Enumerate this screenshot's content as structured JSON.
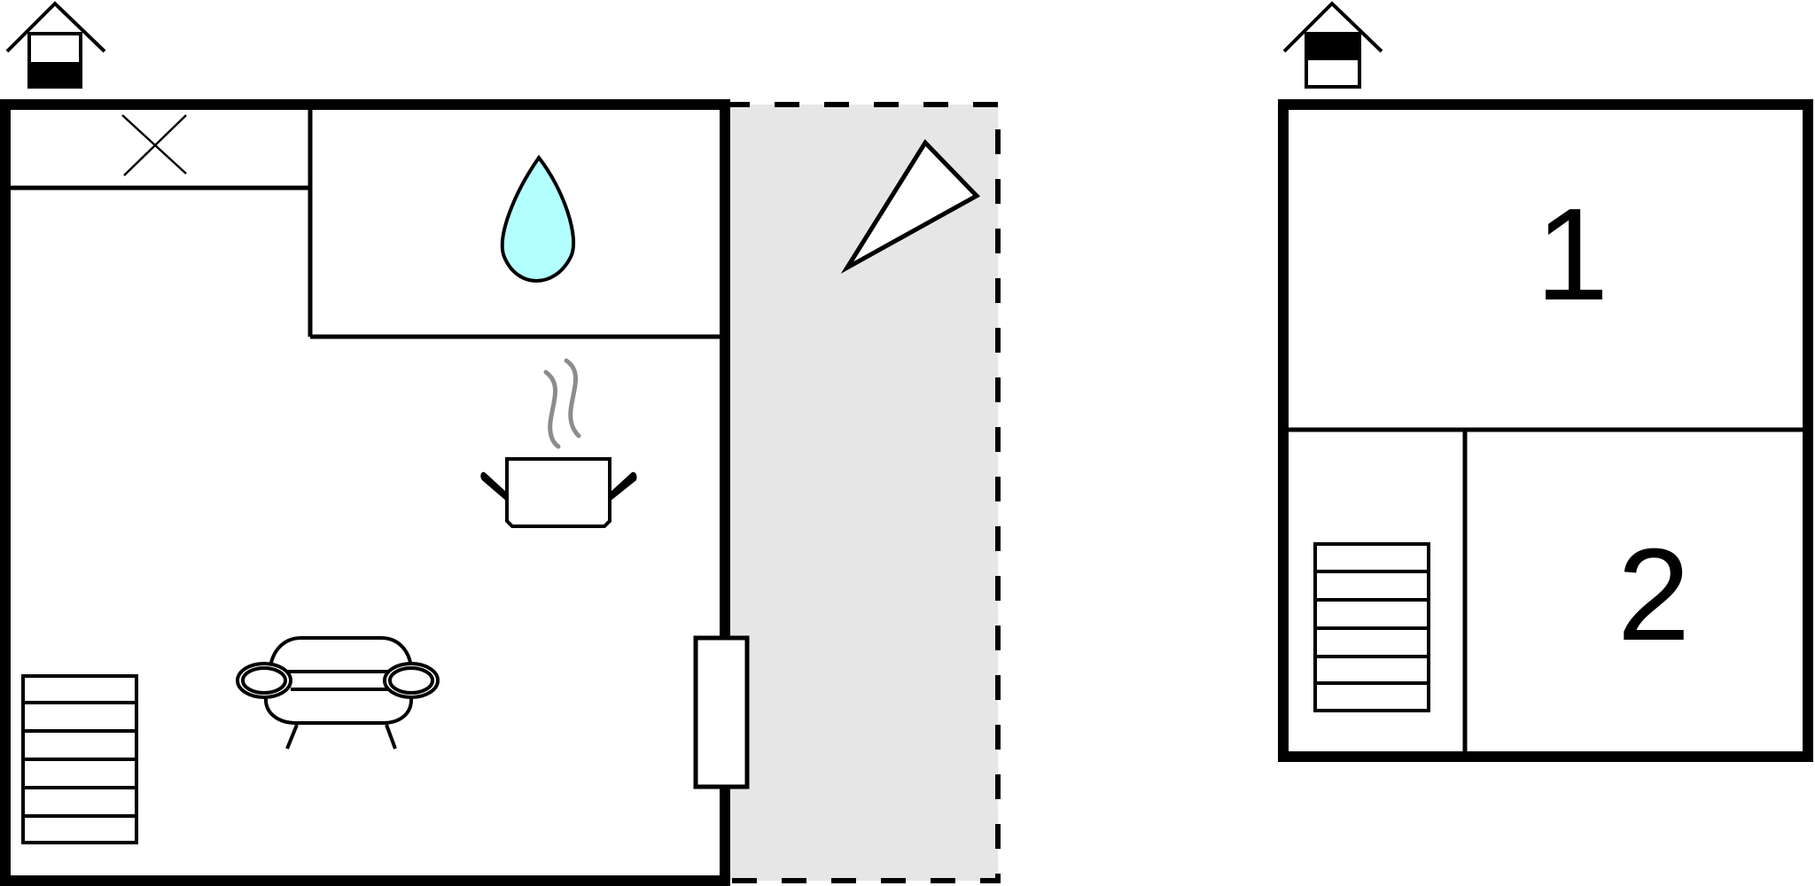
{
  "floors": [
    {
      "name": "ground-floor",
      "icons": [
        "house-ground-floor-icon",
        "cross-icon",
        "water-drop-icon",
        "sun-terrace-icon",
        "cooking-pot-icon",
        "sofa-icon",
        "stairs-icon",
        "door-icon"
      ],
      "terrace": "dashed-outline"
    },
    {
      "name": "upper-floor",
      "icons": [
        "house-upper-floor-icon",
        "stairs-icon"
      ],
      "rooms": [
        {
          "label": "1"
        },
        {
          "label": "2"
        }
      ]
    }
  ],
  "colors": {
    "wall": "#000000",
    "terrace_fill": "#e6e6e6",
    "water": "#b3ffff",
    "steam": "#8c8c8c"
  }
}
